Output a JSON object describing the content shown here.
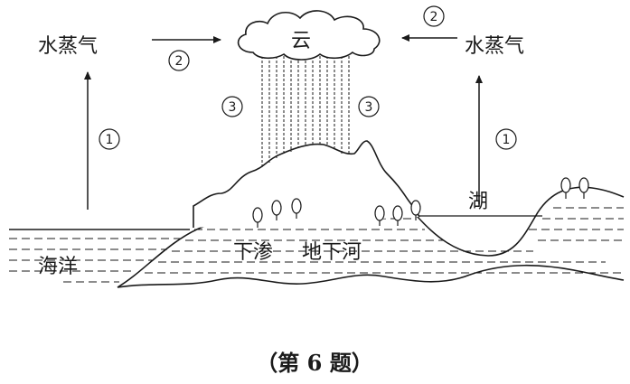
{
  "labels": {
    "vapor_left": "水蒸气",
    "vapor_right": "水蒸气",
    "cloud": "云",
    "lake": "湖",
    "ocean": "海洋",
    "infiltration": "下渗",
    "underground_river": "地下河"
  },
  "markers": {
    "evaporation_left": "1",
    "evaporation_right": "1",
    "transport_left": "2",
    "transport_right": "2",
    "precip_left": "3",
    "precip_right": "3"
  },
  "caption": "（第 6 题）"
}
